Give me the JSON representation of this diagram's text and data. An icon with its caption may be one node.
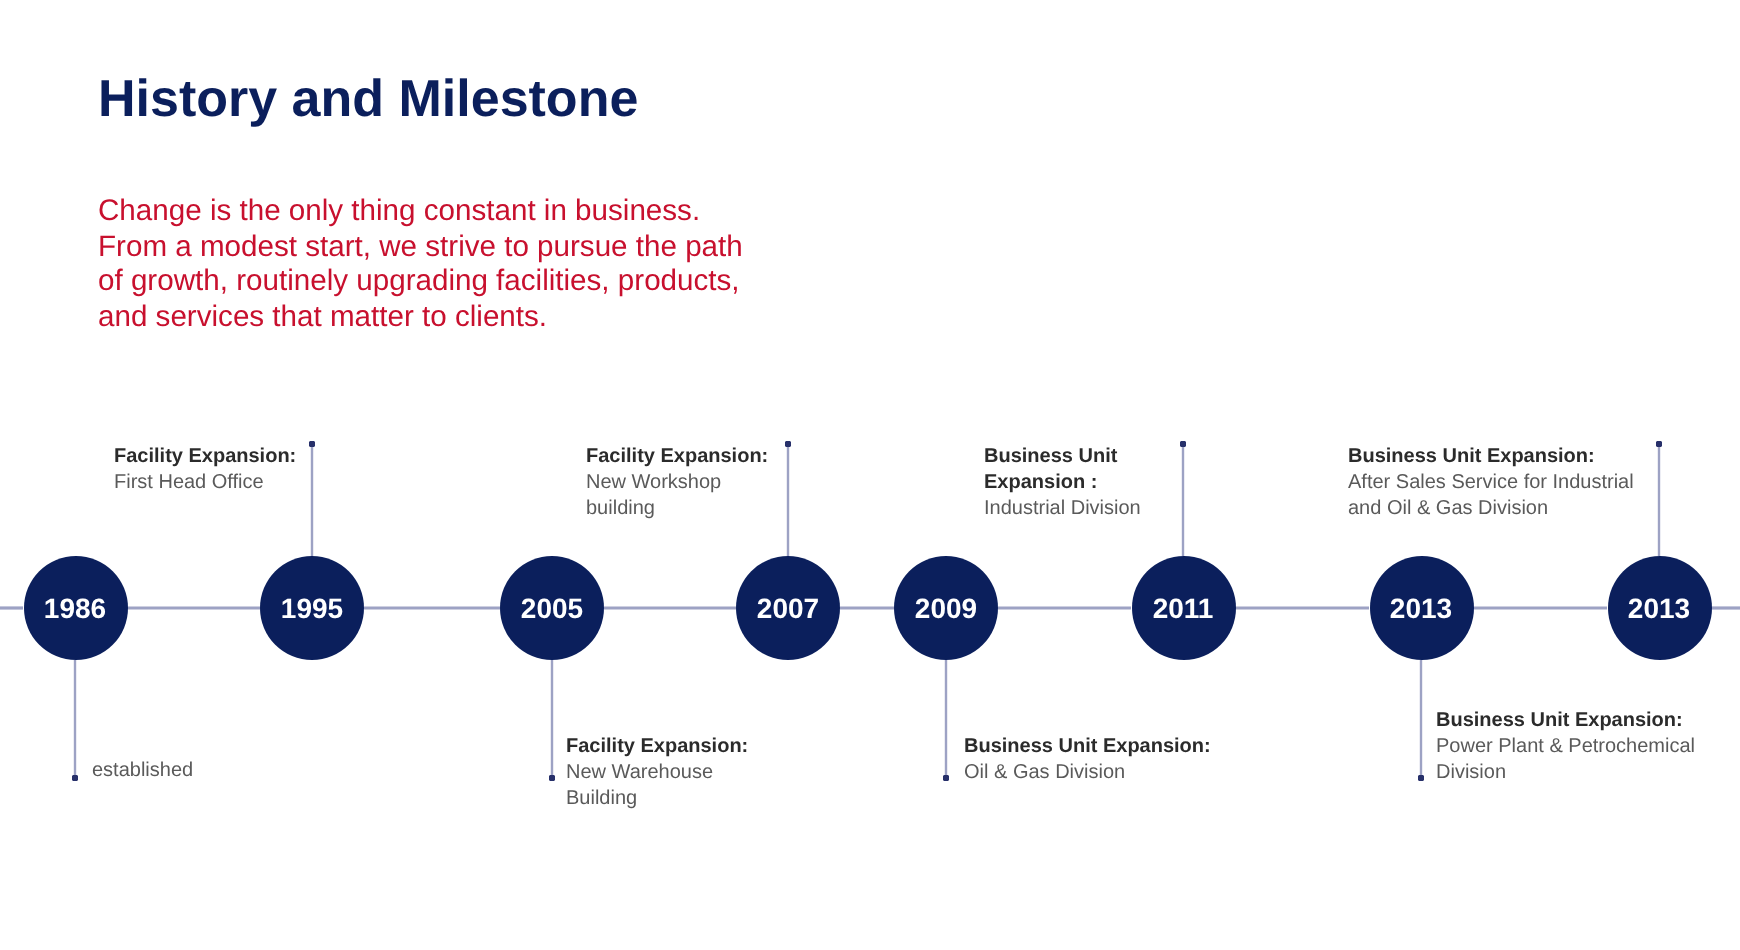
{
  "diagram": {
    "title": "History and Milestone",
    "nodes": [
      {
        "text": [
          "1986"
        ]
      },
      {
        "text": [
          "1995"
        ]
      },
      {
        "text": [
          "2005"
        ]
      },
      {
        "text": [
          "2007"
        ]
      },
      {
        "text": [
          "2009"
        ]
      },
      {
        "text": [
          "2011"
        ]
      },
      {
        "text": [
          "2013"
        ]
      },
      {
        "text": [
          "2013"
        ]
      },
      {
        "text": [
          "established"
        ]
      },
      {
        "text": [
          "Facility Expansion:",
          "First Head Office"
        ]
      },
      {
        "text": [
          "Facility Expansion:",
          "New Warehouse Building"
        ]
      },
      {
        "text": [
          "Facility Expansion:",
          "New Workshop building"
        ]
      },
      {
        "text": [
          "Business Unit Expansion:",
          "Oil & Gas Division"
        ]
      },
      {
        "text": [
          "Business Unit Expansion :",
          "Industrial Division"
        ]
      },
      {
        "text": [
          "Business Unit Expansion:",
          "Power Plant & Petrochemical Division"
        ]
      },
      {
        "text": [
          "Business Unit Expansion:",
          "After Sales Service for Industrial and Oil & Gas Division"
        ]
      }
    ],
    "edges": [
      {
        "from": null,
        "to": 0,
        "arrow": "none"
      },
      {
        "from": 0,
        "to": 1,
        "arrow": "none"
      },
      {
        "from": 1,
        "to": 2,
        "arrow": "none"
      },
      {
        "from": 2,
        "to": 3,
        "arrow": "none"
      },
      {
        "from": 3,
        "to": 4,
        "arrow": "none"
      },
      {
        "from": 4,
        "to": 5,
        "arrow": "none"
      },
      {
        "from": 5,
        "to": 6,
        "arrow": "none"
      },
      {
        "from": 6,
        "to": 7,
        "arrow": "none"
      },
      {
        "from": 7,
        "to": null,
        "arrow": "none"
      },
      {
        "from": 0,
        "to": 8,
        "arrow": "other"
      },
      {
        "from": 1,
        "to": 9,
        "arrow": "other"
      },
      {
        "from": 2,
        "to": 10,
        "arrow": "other"
      },
      {
        "from": 3,
        "to": 11,
        "arrow": "other"
      },
      {
        "from": 4,
        "to": 12,
        "arrow": "other"
      },
      {
        "from": 5,
        "to": 13,
        "arrow": "other"
      },
      {
        "from": 6,
        "to": 14,
        "arrow": "other"
      },
      {
        "from": 7,
        "to": 15,
        "arrow": "other"
      }
    ],
    "labels": [
      "Change is the only thing constant in business. From a modest start, we strive to pursue the path of growth, routinely upgrading facilities, products, and services that matter to clients."
    ]
  }
}
